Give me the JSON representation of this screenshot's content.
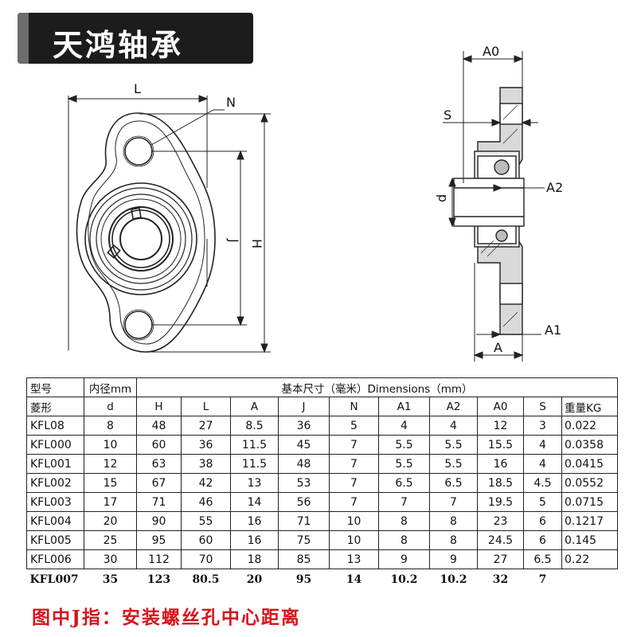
{
  "banner": {
    "title": "天鸿轴承"
  },
  "front_view": {
    "dim_L": "L",
    "dim_N": "N",
    "dim_J": "J",
    "dim_H": "H"
  },
  "side_view": {
    "dim_A0": "A0",
    "dim_S": "S",
    "dim_d": "d",
    "dim_A2": "A2",
    "dim_A1": "A1",
    "dim_A": "A"
  },
  "table": {
    "header1": {
      "model": "型号",
      "bore": "内径mm",
      "dims": "基本尺寸（毫米）Dimensions（mm）"
    },
    "header2": [
      "菱形",
      "d",
      "H",
      "L",
      "A",
      "J",
      "N",
      "A1",
      "A2",
      "A0",
      "S",
      "重量KG"
    ],
    "rows": [
      [
        "KFL08",
        "8",
        "48",
        "27",
        "8.5",
        "36",
        "5",
        "4",
        "4",
        "12",
        "3",
        "0.022"
      ],
      [
        "KFL000",
        "10",
        "60",
        "36",
        "11.5",
        "45",
        "7",
        "5.5",
        "5.5",
        "15.5",
        "4",
        "0.0358"
      ],
      [
        "KFL001",
        "12",
        "63",
        "38",
        "11.5",
        "48",
        "7",
        "5.5",
        "5.5",
        "16",
        "4",
        "0.0415"
      ],
      [
        "KFL002",
        "15",
        "67",
        "42",
        "13",
        "53",
        "7",
        "6.5",
        "6.5",
        "18.5",
        "4.5",
        "0.0552"
      ],
      [
        "KFL003",
        "17",
        "71",
        "46",
        "14",
        "56",
        "7",
        "7",
        "7",
        "19.5",
        "5",
        "0.0715"
      ],
      [
        "KFL004",
        "20",
        "90",
        "55",
        "16",
        "71",
        "10",
        "8",
        "8",
        "23",
        "6",
        "0.1217"
      ],
      [
        "KFL005",
        "25",
        "95",
        "60",
        "16",
        "75",
        "10",
        "8",
        "8",
        "24.5",
        "6",
        "0.145"
      ],
      [
        "KFL006",
        "30",
        "112",
        "70",
        "18",
        "85",
        "13",
        "9",
        "9",
        "27",
        "6.5",
        "0.22"
      ]
    ],
    "last_row": [
      "KFL007",
      "35",
      "123",
      "80.5",
      "20",
      "95",
      "14",
      "10.2",
      "10.2",
      "32",
      "7",
      ""
    ]
  },
  "footnote": "图中J指：安装螺丝孔中心距离"
}
